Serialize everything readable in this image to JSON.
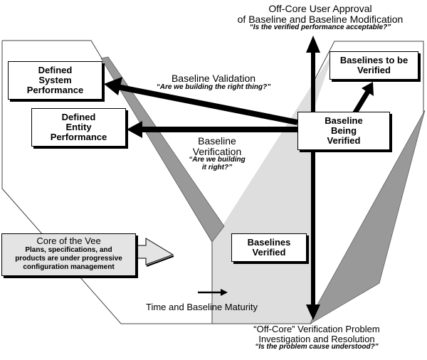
{
  "top_annotation": {
    "title_line1": "Off-Core User Approval",
    "title_line2": "of Baseline and Baseline Modification",
    "question": "“Is the verified performance acceptable?”"
  },
  "bottom_annotation": {
    "title_line1": "“Off-Core” Verification Problem",
    "title_line2": "Investigation and Resolution",
    "question": "“Is the problem cause understood?”"
  },
  "boxes": {
    "defined_system_performance": [
      "Defined",
      "System",
      "Performance"
    ],
    "defined_entity_performance": [
      "Defined",
      "Entity",
      "Performance"
    ],
    "baselines_to_be_verified": [
      "Baselines to be",
      "Verified"
    ],
    "baseline_being_verified": [
      "Baseline",
      "Being",
      "Verified"
    ],
    "baselines_verified": [
      "Baselines",
      "Verified"
    ]
  },
  "validation": {
    "title": "Baseline Validation",
    "question": "“Are we building the right thing?”"
  },
  "verification": {
    "title_line1": "Baseline",
    "title_line2": "Verification",
    "question_line1": "“Are we building",
    "question_line2": "it right?”"
  },
  "core": {
    "title": "Core of the Vee",
    "line1": "Plans, specifications, and",
    "line2": "products are under progressive",
    "line3": "configuration management"
  },
  "time_axis": {
    "label": "Time and Baseline Maturity"
  },
  "colors": {
    "light_gray": "#dedede",
    "mid_gray": "#999999",
    "core_fill": "#e4e4e4"
  }
}
